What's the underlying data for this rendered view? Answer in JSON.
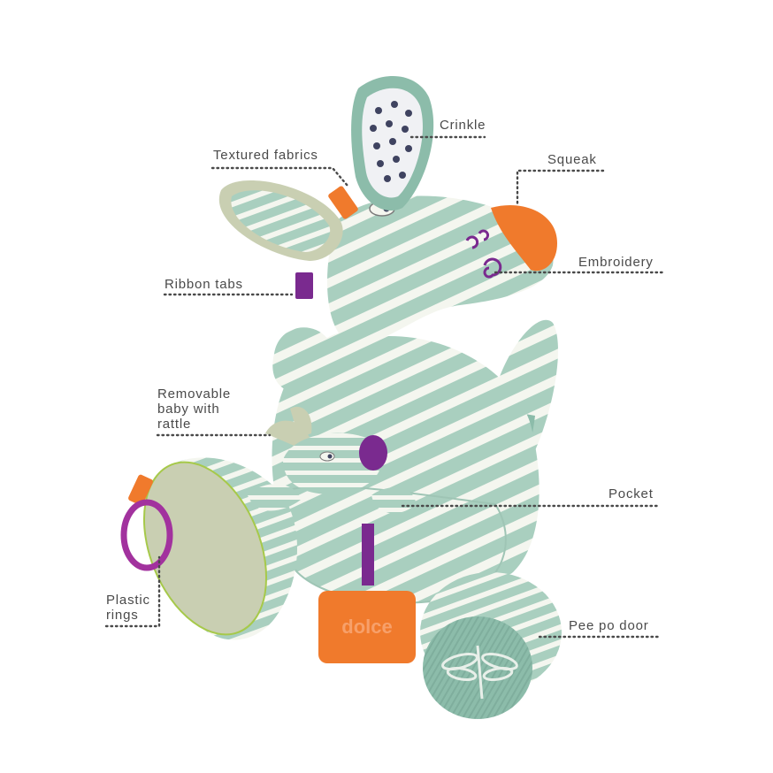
{
  "labels": {
    "crinkle": "Crinkle",
    "textured_fabrics": "Textured fabrics",
    "squeak": "Squeak",
    "embroidery": "Embroidery",
    "ribbon_tabs": "Ribbon tabs",
    "removable_baby_line1": "Removable",
    "removable_baby_line2": "baby with",
    "removable_baby_line3": "rattle",
    "pocket": "Pocket",
    "plastic_rings_line1": "Plastic",
    "plastic_rings_line2": "rings",
    "pee_po_door": "Pee po door"
  },
  "brand_text": "dolce",
  "colors": {
    "mint": "#a9cfbf",
    "mint_dark": "#86b6a4",
    "stripe": "#f4f6ef",
    "orange": "#f07a2c",
    "purple": "#7a2a8f",
    "purple_ring": "#a2329e",
    "sage": "#c9cfb2",
    "navy_dot": "#3f4360",
    "leader": "#4a4a4a"
  }
}
